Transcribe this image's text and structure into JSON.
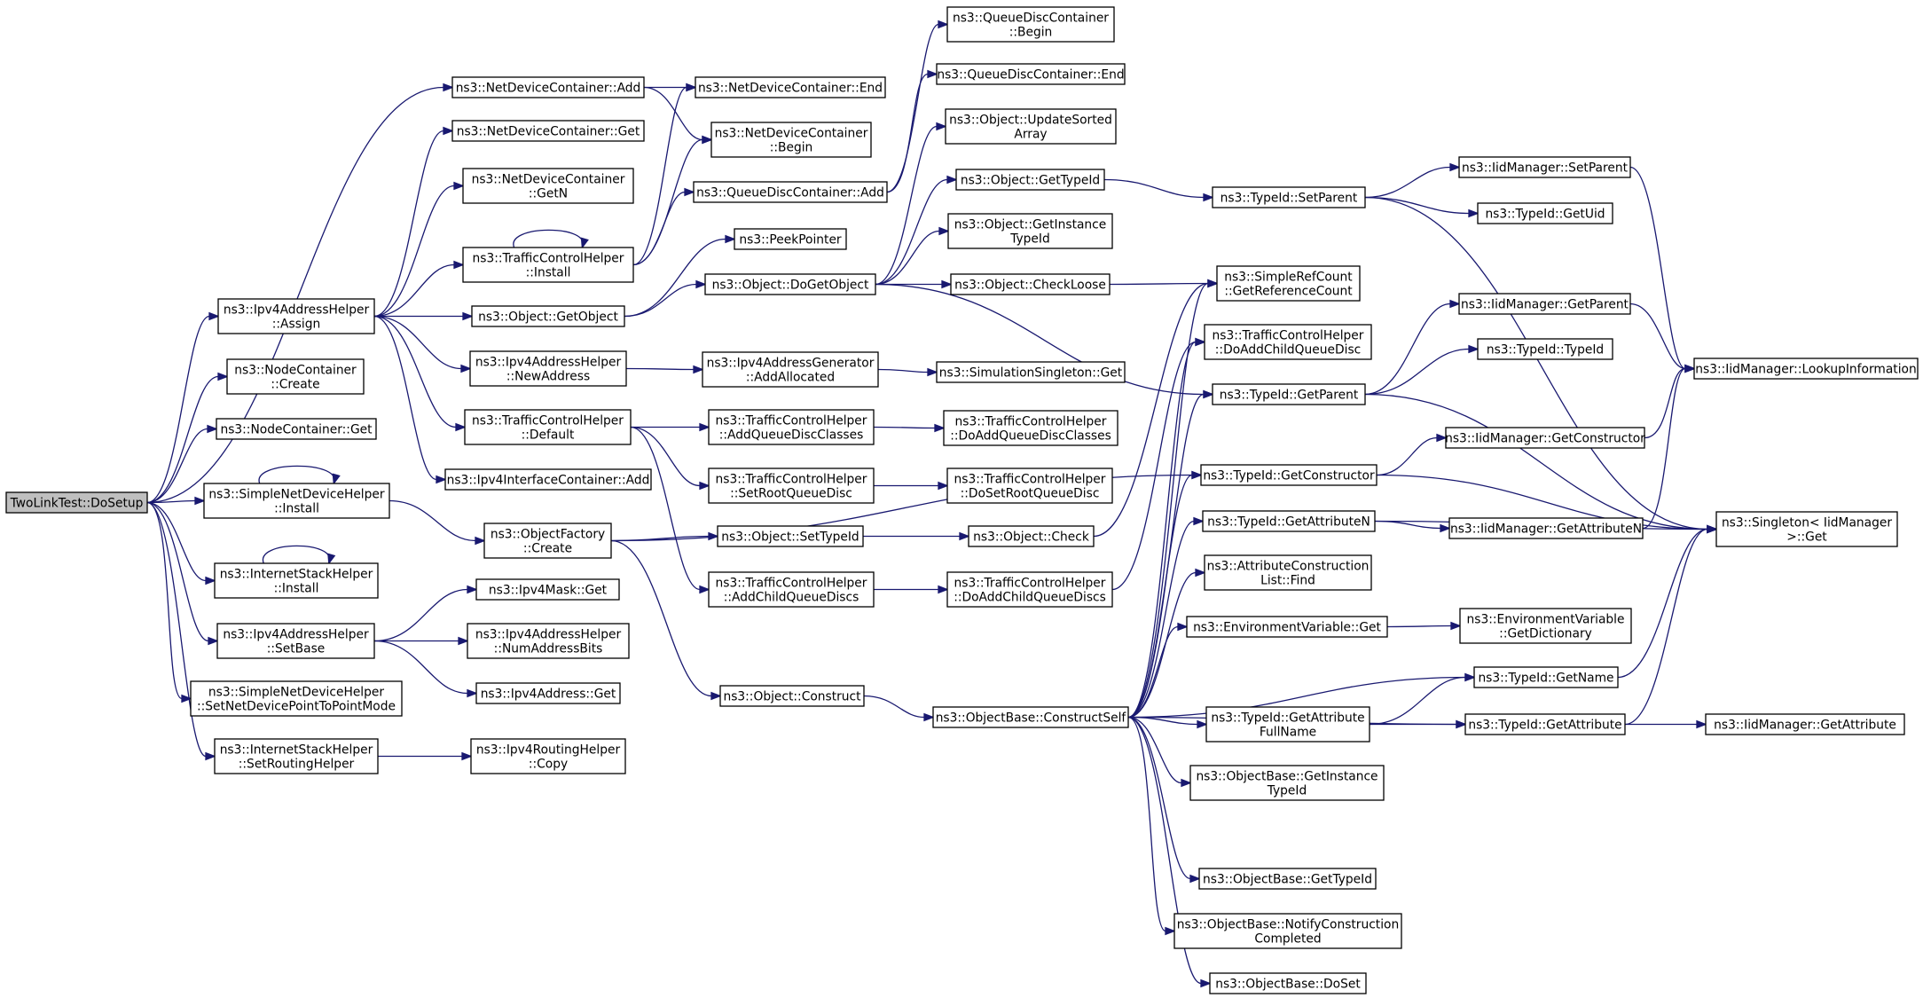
{
  "title": "",
  "colors": {
    "edge": "#191970",
    "node_fill": "#ffffff",
    "node_border": "#000000",
    "root_fill": "#bfbfbf",
    "external_border": "#ff0000"
  },
  "nodes": [
    {
      "id": "root",
      "lines": [
        "TwoLinkTest::DoSetup"
      ],
      "root": true
    },
    {
      "id": "ndcAdd",
      "lines": [
        "ns3::NetDeviceContainer::Add"
      ]
    },
    {
      "id": "ndcGet",
      "lines": [
        "ns3::NetDeviceContainer::Get"
      ]
    },
    {
      "id": "ndcGetN",
      "lines": [
        "ns3::NetDeviceContainer",
        "::GetN"
      ]
    },
    {
      "id": "tchInstall",
      "lines": [
        "ns3::TrafficControlHelper",
        "::Install"
      ]
    },
    {
      "id": "ipv4Assign",
      "lines": [
        "ns3::Ipv4AddressHelper",
        "::Assign"
      ]
    },
    {
      "id": "objGetObject",
      "lines": [
        "ns3::Object::GetObject"
      ]
    },
    {
      "id": "ipv4NewAddr",
      "lines": [
        "ns3::Ipv4AddressHelper",
        "::NewAddress"
      ]
    },
    {
      "id": "tchDefault",
      "lines": [
        "ns3::TrafficControlHelper",
        "::Default"
      ]
    },
    {
      "id": "ipv4IcAdd",
      "lines": [
        "ns3::Ipv4InterfaceContainer::Add"
      ]
    },
    {
      "id": "ncCreate",
      "lines": [
        "ns3::NodeContainer",
        "::Create"
      ]
    },
    {
      "id": "ncGet",
      "lines": [
        "ns3::NodeContainer::Get"
      ]
    },
    {
      "id": "sndhInstall",
      "lines": [
        "ns3::SimpleNetDeviceHelper",
        "::Install"
      ]
    },
    {
      "id": "ofCreate",
      "lines": [
        "ns3::ObjectFactory",
        "::Create"
      ]
    },
    {
      "id": "ishInstall",
      "lines": [
        "ns3::InternetStackHelper",
        "::Install"
      ]
    },
    {
      "id": "ipv4SetBase",
      "lines": [
        "ns3::Ipv4AddressHelper",
        "::SetBase"
      ]
    },
    {
      "id": "maskGet",
      "lines": [
        "ns3::Ipv4Mask::Get"
      ]
    },
    {
      "id": "numAddrBits",
      "lines": [
        "ns3::Ipv4AddressHelper",
        "::NumAddressBits"
      ]
    },
    {
      "id": "ipv4AddrGet",
      "lines": [
        "ns3::Ipv4Address::Get"
      ]
    },
    {
      "id": "sndhP2P",
      "lines": [
        "ns3::SimpleNetDeviceHelper",
        "::SetNetDevicePointToPointMode"
      ]
    },
    {
      "id": "ishSetRouting",
      "lines": [
        "ns3::InternetStackHelper",
        "::SetRoutingHelper"
      ]
    },
    {
      "id": "rhCopy",
      "lines": [
        "ns3::Ipv4RoutingHelper",
        "::Copy"
      ]
    },
    {
      "id": "ndcEnd",
      "lines": [
        "ns3::NetDeviceContainer::End"
      ]
    },
    {
      "id": "ndcBegin",
      "lines": [
        "ns3::NetDeviceContainer",
        "::Begin"
      ]
    },
    {
      "id": "qdcAdd",
      "lines": [
        "ns3::QueueDiscContainer::Add"
      ]
    },
    {
      "id": "peekPtr",
      "lines": [
        "ns3::PeekPointer"
      ]
    },
    {
      "id": "objDoGetObject",
      "lines": [
        "ns3::Object::DoGetObject"
      ]
    },
    {
      "id": "addrGenAlloc",
      "lines": [
        "ns3::Ipv4AddressGenerator",
        "::AddAllocated"
      ]
    },
    {
      "id": "tchAddQdClasses",
      "lines": [
        "ns3::TrafficControlHelper",
        "::AddQueueDiscClasses"
      ]
    },
    {
      "id": "tchSetRootQd",
      "lines": [
        "ns3::TrafficControlHelper",
        "::SetRootQueueDisc"
      ]
    },
    {
      "id": "objSetTypeId",
      "lines": [
        "ns3::Object::SetTypeId"
      ]
    },
    {
      "id": "tchAddChildQds",
      "lines": [
        "ns3::TrafficControlHelper",
        "::AddChildQueueDiscs"
      ]
    },
    {
      "id": "objConstruct",
      "lines": [
        "ns3::Object::Construct"
      ]
    },
    {
      "id": "qdcBegin",
      "lines": [
        "ns3::QueueDiscContainer",
        "::Begin"
      ]
    },
    {
      "id": "qdcEnd",
      "lines": [
        "ns3::QueueDiscContainer::End"
      ]
    },
    {
      "id": "objUpdSorted",
      "lines": [
        "ns3::Object::UpdateSorted",
        "Array"
      ]
    },
    {
      "id": "objGetTypeId",
      "lines": [
        "ns3::Object::GetTypeId"
      ]
    },
    {
      "id": "objGetInstTid",
      "lines": [
        "ns3::Object::GetInstance",
        "TypeId"
      ]
    },
    {
      "id": "objCheckLoose",
      "lines": [
        "ns3::Object::CheckLoose"
      ]
    },
    {
      "id": "simSingGet",
      "lines": [
        "ns3::SimulationSingleton::Get"
      ]
    },
    {
      "id": "tchDoAddQdClasses",
      "lines": [
        "ns3::TrafficControlHelper",
        "::DoAddQueueDiscClasses"
      ]
    },
    {
      "id": "tchDoSetRootQd",
      "lines": [
        "ns3::TrafficControlHelper",
        "::DoSetRootQueueDisc"
      ]
    },
    {
      "id": "objCheck",
      "lines": [
        "ns3::Object::Check"
      ]
    },
    {
      "id": "tchDoAddChildQds",
      "lines": [
        "ns3::TrafficControlHelper",
        "::DoAddChildQueueDiscs"
      ]
    },
    {
      "id": "obConstructSelf",
      "lines": [
        "ns3::ObjectBase::ConstructSelf"
      ]
    },
    {
      "id": "tidSetParent",
      "lines": [
        "ns3::TypeId::SetParent"
      ]
    },
    {
      "id": "srcGetRefCount",
      "lines": [
        "ns3::SimpleRefCount",
        "::GetReferenceCount"
      ]
    },
    {
      "id": "tchDoAddChildQd",
      "lines": [
        "ns3::TrafficControlHelper",
        "::DoAddChildQueueDisc"
      ]
    },
    {
      "id": "tidGetParent",
      "lines": [
        "ns3::TypeId::GetParent"
      ]
    },
    {
      "id": "tidGetConstructor",
      "lines": [
        "ns3::TypeId::GetConstructor"
      ]
    },
    {
      "id": "tidGetAttrN",
      "lines": [
        "ns3::TypeId::GetAttributeN"
      ]
    },
    {
      "id": "aclFind",
      "lines": [
        "ns3::AttributeConstruction",
        "List::Find"
      ]
    },
    {
      "id": "envGet",
      "lines": [
        "ns3::EnvironmentVariable::Get"
      ]
    },
    {
      "id": "tidGetAttrFull",
      "lines": [
        "ns3::TypeId::GetAttribute",
        "FullName"
      ]
    },
    {
      "id": "obGetInstTid",
      "lines": [
        "ns3::ObjectBase::GetInstance",
        "TypeId"
      ]
    },
    {
      "id": "obGetTypeId",
      "lines": [
        "ns3::ObjectBase::GetTypeId"
      ],
      "external": true
    },
    {
      "id": "obNotify",
      "lines": [
        "ns3::ObjectBase::NotifyConstruction",
        "Completed"
      ]
    },
    {
      "id": "obDoSet",
      "lines": [
        "ns3::ObjectBase::DoSet"
      ]
    },
    {
      "id": "iidSetParent",
      "lines": [
        "ns3::IidManager::SetParent"
      ]
    },
    {
      "id": "tidGetUid",
      "lines": [
        "ns3::TypeId::GetUid"
      ]
    },
    {
      "id": "iidGetParent",
      "lines": [
        "ns3::IidManager::GetParent"
      ]
    },
    {
      "id": "tidTypeId",
      "lines": [
        "ns3::TypeId::TypeId"
      ]
    },
    {
      "id": "iidGetConstructor",
      "lines": [
        "ns3::IidManager::GetConstructor"
      ]
    },
    {
      "id": "iidGetAttrN",
      "lines": [
        "ns3::IidManager::GetAttributeN"
      ]
    },
    {
      "id": "envGetDict",
      "lines": [
        "ns3::EnvironmentVariable",
        "::GetDictionary"
      ],
      "external": true
    },
    {
      "id": "tidGetName",
      "lines": [
        "ns3::TypeId::GetName"
      ],
      "external": true
    },
    {
      "id": "tidGetAttr",
      "lines": [
        "ns3::TypeId::GetAttribute"
      ]
    },
    {
      "id": "iidLookup",
      "lines": [
        "ns3::IidManager::LookupInformation"
      ]
    },
    {
      "id": "singletonGet",
      "lines": [
        "ns3::Singleton< IidManager",
        ">::Get"
      ]
    },
    {
      "id": "iidGetAttr",
      "lines": [
        "ns3::IidManager::GetAttribute"
      ]
    }
  ],
  "edges": [
    [
      "root",
      "ndcAdd"
    ],
    [
      "root",
      "ipv4Assign"
    ],
    [
      "root",
      "ncCreate"
    ],
    [
      "root",
      "ncGet"
    ],
    [
      "root",
      "sndhInstall"
    ],
    [
      "root",
      "ishInstall"
    ],
    [
      "root",
      "ipv4SetBase"
    ],
    [
      "root",
      "sndhP2P"
    ],
    [
      "root",
      "ishSetRouting"
    ],
    [
      "ndcAdd",
      "ndcEnd"
    ],
    [
      "ndcAdd",
      "ndcBegin"
    ],
    [
      "ipv4Assign",
      "ndcGet"
    ],
    [
      "ipv4Assign",
      "ndcGetN"
    ],
    [
      "ipv4Assign",
      "tchInstall"
    ],
    [
      "ipv4Assign",
      "objGetObject"
    ],
    [
      "ipv4Assign",
      "ipv4NewAddr"
    ],
    [
      "ipv4Assign",
      "tchDefault"
    ],
    [
      "ipv4Assign",
      "ipv4IcAdd"
    ],
    [
      "tchInstall",
      "tchInstall"
    ],
    [
      "tchInstall",
      "ndcEnd"
    ],
    [
      "tchInstall",
      "ndcBegin"
    ],
    [
      "tchInstall",
      "qdcAdd"
    ],
    [
      "objGetObject",
      "peekPtr"
    ],
    [
      "objGetObject",
      "objDoGetObject"
    ],
    [
      "ipv4NewAddr",
      "addrGenAlloc"
    ],
    [
      "addrGenAlloc",
      "simSingGet"
    ],
    [
      "tchDefault",
      "tchAddQdClasses"
    ],
    [
      "tchDefault",
      "tchSetRootQd"
    ],
    [
      "tchDefault",
      "tchAddChildQds"
    ],
    [
      "tchAddQdClasses",
      "tchDoAddQdClasses"
    ],
    [
      "tchSetRootQd",
      "tchDoSetRootQd"
    ],
    [
      "tchAddChildQds",
      "tchDoAddChildQds"
    ],
    [
      "tchDoAddChildQds",
      "tchDoAddChildQd"
    ],
    [
      "sndhInstall",
      "sndhInstall"
    ],
    [
      "sndhInstall",
      "ofCreate"
    ],
    [
      "ishInstall",
      "ishInstall"
    ],
    [
      "ofCreate",
      "objSetTypeId"
    ],
    [
      "ofCreate",
      "objConstruct"
    ],
    [
      "ofCreate",
      "tidGetConstructor"
    ],
    [
      "objSetTypeId",
      "objCheck"
    ],
    [
      "objCheck",
      "srcGetRefCount"
    ],
    [
      "objConstruct",
      "obConstructSelf"
    ],
    [
      "ipv4SetBase",
      "maskGet"
    ],
    [
      "ipv4SetBase",
      "numAddrBits"
    ],
    [
      "ipv4SetBase",
      "ipv4AddrGet"
    ],
    [
      "ishSetRouting",
      "rhCopy"
    ],
    [
      "qdcAdd",
      "qdcBegin"
    ],
    [
      "qdcAdd",
      "qdcEnd"
    ],
    [
      "objDoGetObject",
      "objUpdSorted"
    ],
    [
      "objDoGetObject",
      "objGetTypeId"
    ],
    [
      "objDoGetObject",
      "objGetInstTid"
    ],
    [
      "objDoGetObject",
      "objCheckLoose"
    ],
    [
      "objDoGetObject",
      "tidGetParent"
    ],
    [
      "objGetTypeId",
      "tidSetParent"
    ],
    [
      "objCheckLoose",
      "srcGetRefCount"
    ],
    [
      "tidSetParent",
      "iidSetParent"
    ],
    [
      "tidSetParent",
      "tidGetUid"
    ],
    [
      "tidSetParent",
      "singletonGet"
    ],
    [
      "iidSetParent",
      "iidLookup"
    ],
    [
      "tidGetParent",
      "iidGetParent"
    ],
    [
      "tidGetParent",
      "tidTypeId"
    ],
    [
      "tidGetParent",
      "singletonGet"
    ],
    [
      "iidGetParent",
      "iidLookup"
    ],
    [
      "tidGetConstructor",
      "iidGetConstructor"
    ],
    [
      "tidGetConstructor",
      "singletonGet"
    ],
    [
      "iidGetConstructor",
      "iidLookup"
    ],
    [
      "tidGetAttrN",
      "iidGetAttrN"
    ],
    [
      "tidGetAttrN",
      "singletonGet"
    ],
    [
      "iidGetAttrN",
      "iidLookup"
    ],
    [
      "envGet",
      "envGetDict"
    ],
    [
      "tidGetName",
      "singletonGet"
    ],
    [
      "tidGetAttrFull",
      "tidGetName"
    ],
    [
      "tidGetAttrFull",
      "tidGetAttr"
    ],
    [
      "tidGetAttr",
      "iidGetAttr"
    ],
    [
      "tidGetAttr",
      "singletonGet"
    ],
    [
      "obConstructSelf",
      "tidGetParent"
    ],
    [
      "obConstructSelf",
      "tidGetConstructor"
    ],
    [
      "obConstructSelf",
      "tidGetAttrN"
    ],
    [
      "obConstructSelf",
      "aclFind"
    ],
    [
      "obConstructSelf",
      "envGet"
    ],
    [
      "obConstructSelf",
      "tidGetName"
    ],
    [
      "obConstructSelf",
      "tidGetAttrFull"
    ],
    [
      "obConstructSelf",
      "obGetInstTid"
    ],
    [
      "obConstructSelf",
      "obGetTypeId"
    ],
    [
      "obConstructSelf",
      "obNotify"
    ],
    [
      "obConstructSelf",
      "obDoSet"
    ],
    [
      "obConstructSelf",
      "tidGetAttr"
    ],
    [
      "obConstructSelf",
      "tchDoAddChildQd"
    ],
    [
      "obConstructSelf",
      "srcGetRefCount"
    ]
  ]
}
